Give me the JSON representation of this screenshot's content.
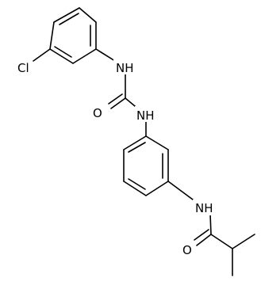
{
  "molecule": {
    "atom_labels": {
      "chlorine": "Cl",
      "nh_urea_left": "NH",
      "carbonyl_o_urea": "O",
      "nh_urea_right": "NH",
      "nh_amide": "NH",
      "carbonyl_o_amide": "O"
    }
  }
}
